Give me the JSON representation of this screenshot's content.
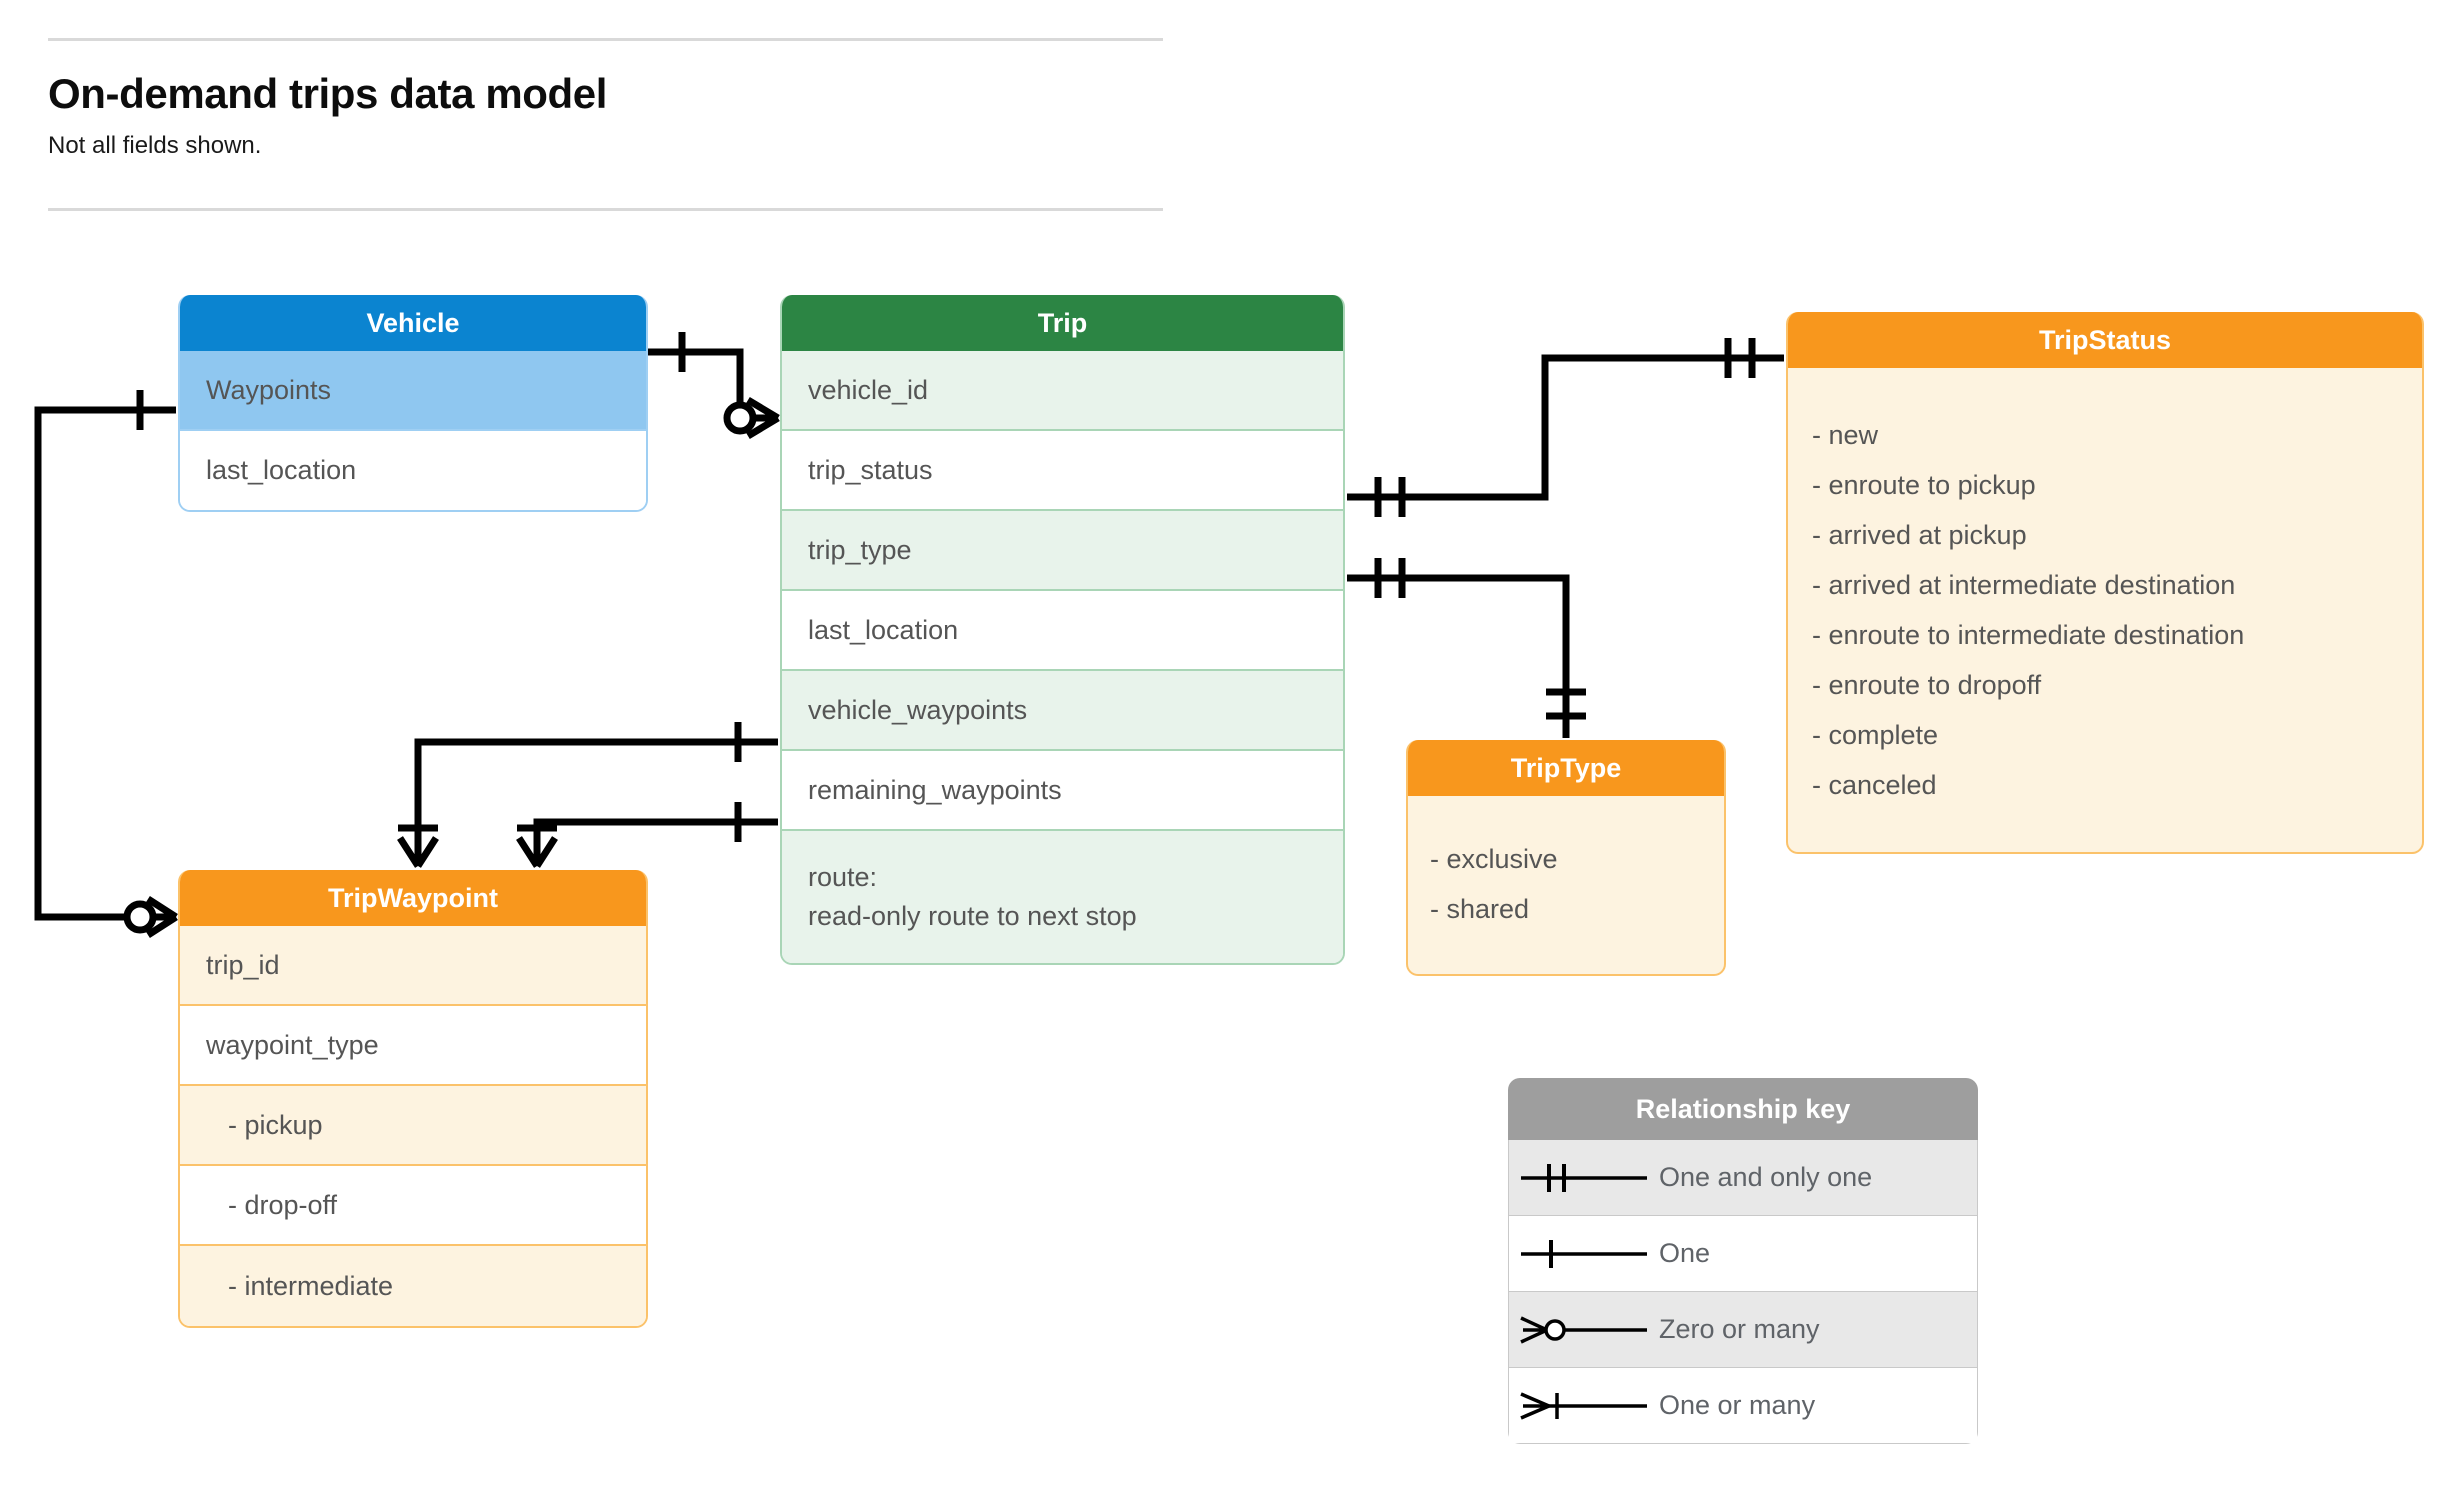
{
  "header": {
    "title": "On-demand trips data model",
    "subtitle": "Not all fields shown."
  },
  "entities": {
    "vehicle": {
      "name": "Vehicle",
      "header_color": "#0b84d0",
      "fields": [
        "Waypoints",
        "last_location"
      ]
    },
    "trip": {
      "name": "Trip",
      "header_color": "#2c8544",
      "fields": [
        "vehicle_id",
        "trip_status",
        "trip_type",
        "last_location",
        "vehicle_waypoints",
        "remaining_waypoints"
      ],
      "route_label": "route:",
      "route_desc": "read-only route to next stop"
    },
    "trip_waypoint": {
      "name": "TripWaypoint",
      "header_color": "#f8971d",
      "fields": [
        "trip_id",
        "waypoint_type"
      ],
      "waypoint_types": [
        "-  pickup",
        "-  drop-off",
        "-  intermediate"
      ]
    },
    "trip_status": {
      "name": "TripStatus",
      "header_color": "#f8971d",
      "values": [
        "- new",
        "- enroute to pickup",
        "- arrived at pickup",
        "- arrived at intermediate destination",
        "- enroute to intermediate destination",
        "- enroute to dropoff",
        "- complete",
        "- canceled"
      ]
    },
    "trip_type": {
      "name": "TripType",
      "header_color": "#f8971d",
      "values": [
        "- exclusive",
        "- shared"
      ]
    }
  },
  "relationship_key": {
    "title": "Relationship key",
    "rows": [
      {
        "glyph": "one-and-only-one-icon",
        "label": "One and only one"
      },
      {
        "glyph": "one-icon",
        "label": "One"
      },
      {
        "glyph": "zero-or-many-icon",
        "label": "Zero or many"
      },
      {
        "glyph": "one-or-many-icon",
        "label": "One or many"
      }
    ]
  },
  "relationships": [
    {
      "from": "Vehicle",
      "from_card": "one",
      "to": "Trip.vehicle_id",
      "to_card": "zero-or-many"
    },
    {
      "from": "Vehicle.Waypoints",
      "from_card": "one",
      "to": "TripWaypoint",
      "to_card": "zero-or-many"
    },
    {
      "from": "Trip.trip_status",
      "from_card": "one-and-only-one",
      "to": "TripStatus",
      "to_card": "one-and-only-one"
    },
    {
      "from": "Trip.trip_type",
      "from_card": "one-and-only-one",
      "to": "TripType",
      "to_card": "one-and-only-one"
    },
    {
      "from": "Trip.vehicle_waypoints",
      "from_card": "one",
      "to": "TripWaypoint",
      "to_card": "one-or-many"
    },
    {
      "from": "Trip.remaining_waypoints",
      "from_card": "one",
      "to": "TripWaypoint",
      "to_card": "one-or-many"
    }
  ]
}
